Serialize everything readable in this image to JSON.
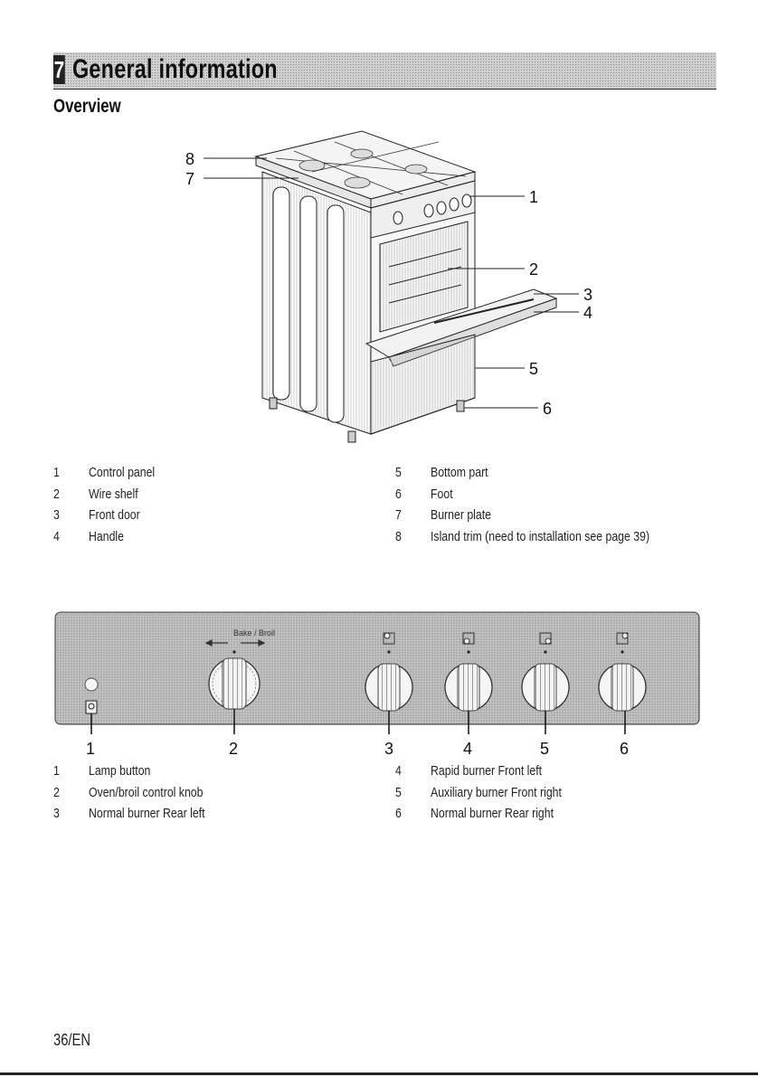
{
  "header": {
    "chapter_number": "7",
    "chapter_title": "General information"
  },
  "section": {
    "title": "Overview"
  },
  "oven_figure": {
    "callouts": [
      "1",
      "2",
      "3",
      "4",
      "5",
      "6",
      "7",
      "8"
    ]
  },
  "oven_legend_left": [
    {
      "num": "1",
      "label": "Control panel"
    },
    {
      "num": "2",
      "label": "Wire shelf"
    },
    {
      "num": "3",
      "label": "Front door"
    },
    {
      "num": "4",
      "label": "Handle"
    }
  ],
  "oven_legend_right": [
    {
      "num": "5",
      "label": "Bottom part"
    },
    {
      "num": "6",
      "label": "Foot"
    },
    {
      "num": "7",
      "label": "Burner plate"
    },
    {
      "num": "8",
      "label": "Island trim (need to installation see page 39)"
    }
  ],
  "panel_figure": {
    "bake_broil_label": "Bake / Broil",
    "callouts": [
      "1",
      "2",
      "3",
      "4",
      "5",
      "6"
    ]
  },
  "panel_legend_left": [
    {
      "num": "1",
      "label": "Lamp button"
    },
    {
      "num": "2",
      "label": "Oven/broil control knob"
    },
    {
      "num": "3",
      "label": "Normal burner Rear left"
    }
  ],
  "panel_legend_right": [
    {
      "num": "4",
      "label": "Rapid burner Front left"
    },
    {
      "num": "5",
      "label": "Auxiliary burner Front right"
    },
    {
      "num": "6",
      "label": "Normal burner Rear right"
    }
  ],
  "footer": {
    "page": "36/EN"
  },
  "icons": [
    "lamp-icon",
    "burner-rear-left-icon",
    "burner-front-left-icon",
    "burner-front-right-icon",
    "burner-rear-right-icon"
  ],
  "colors": {
    "ink": "#111111",
    "header_band": "#cfcfcf",
    "panel": "#bdbdbd"
  }
}
